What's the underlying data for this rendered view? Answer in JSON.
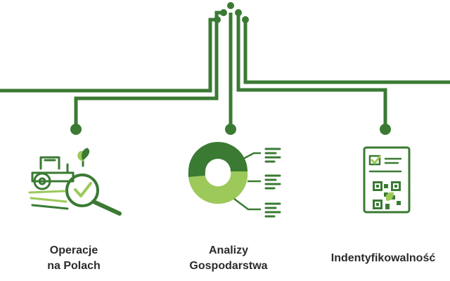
{
  "colors": {
    "dark_green": "#3a7a33",
    "light_green": "#9cc95a",
    "text": "#2b2b2b"
  },
  "features": [
    {
      "icon": "tractor-magnifier-check-icon",
      "lines": [
        "Operacje",
        "na Polach"
      ]
    },
    {
      "icon": "donut-chart-icon",
      "lines": [
        "Analizy",
        "Gospodarstwa"
      ]
    },
    {
      "icon": "document-qr-code-icon",
      "lines": [
        "Indentyfikowalność"
      ]
    }
  ]
}
